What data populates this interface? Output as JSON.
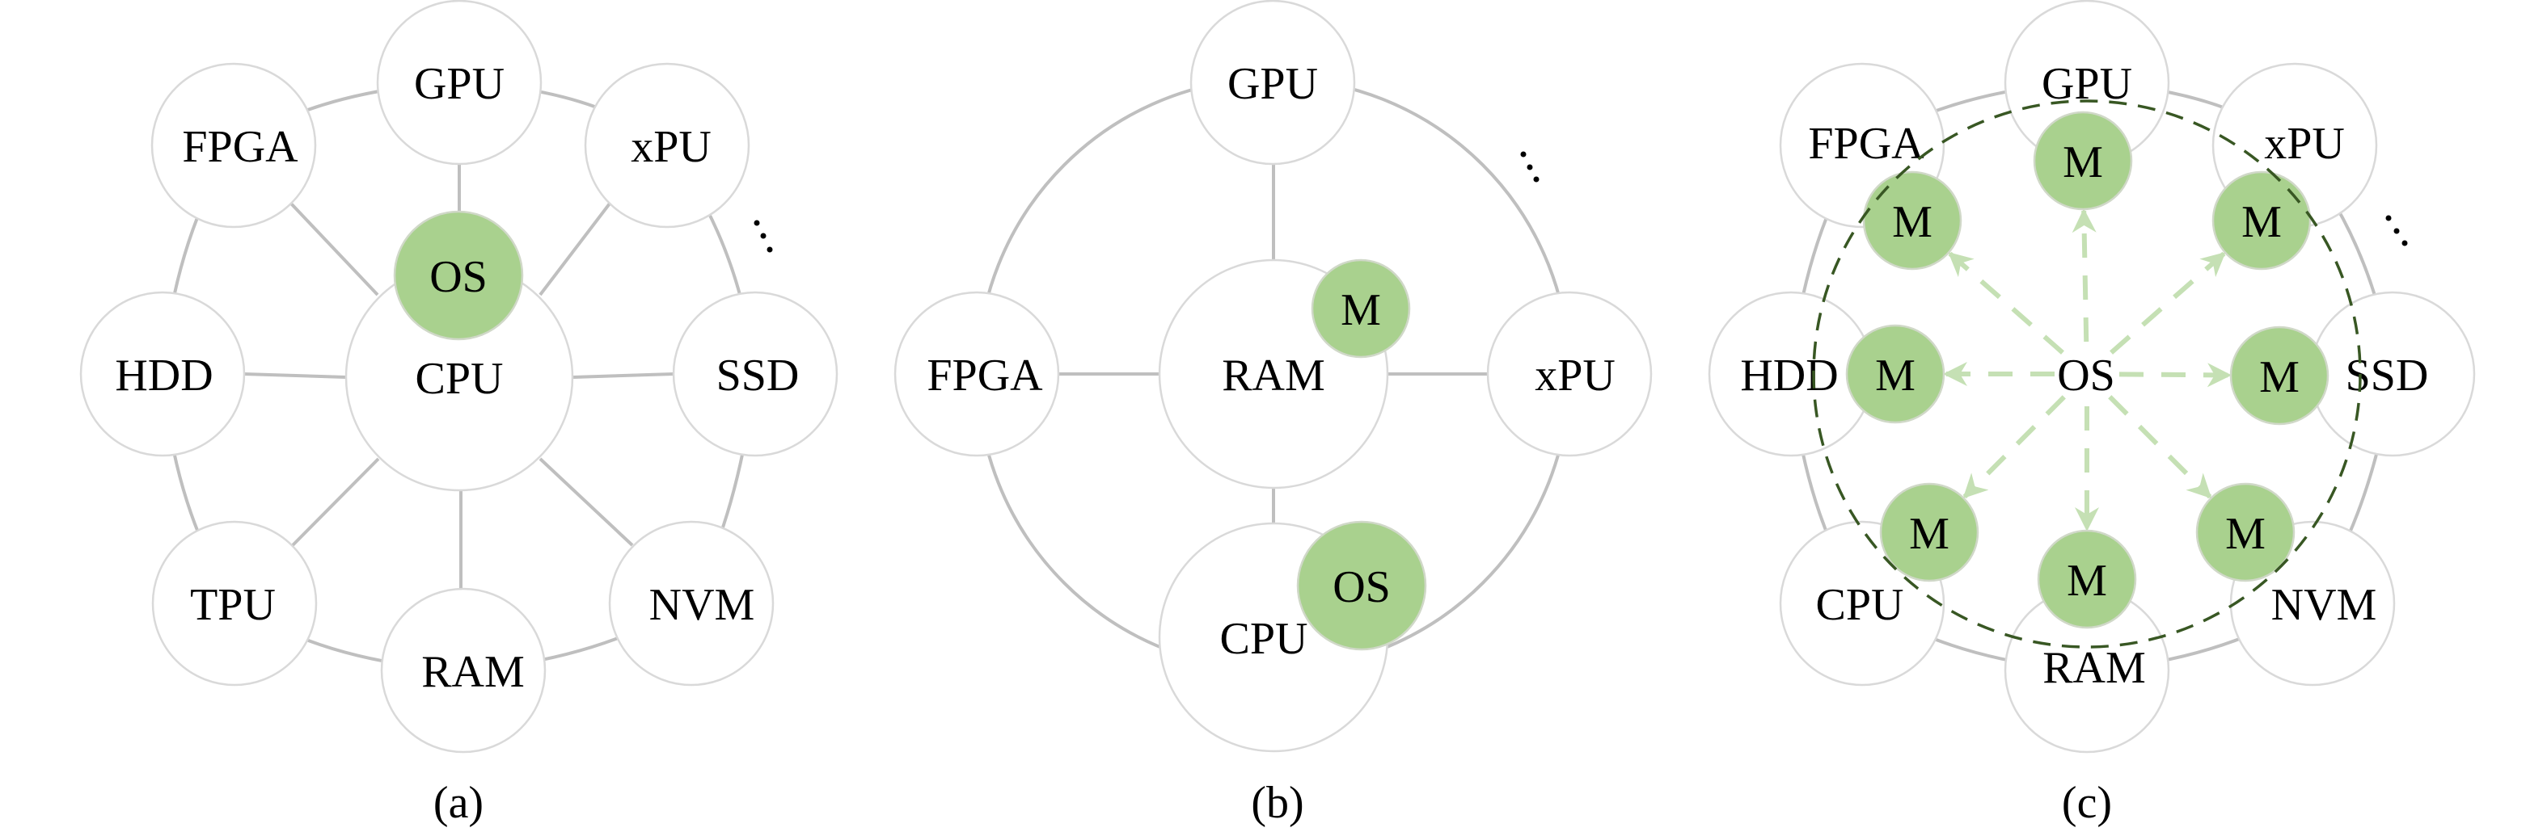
{
  "colors": {
    "module_fill": "#a9d18e",
    "boundary_stroke": "#385723",
    "arrow_stroke": "#c5e0b4",
    "node_stroke": "#d9d9d9",
    "link_stroke": "#bfbfbf"
  },
  "panels": [
    {
      "id": "a",
      "caption": "(a)",
      "center_node": {
        "label": "CPU"
      },
      "attached": [
        {
          "label": "OS",
          "type": "os"
        }
      ],
      "peripherals": [
        {
          "label": "GPU"
        },
        {
          "label": "xPU"
        },
        {
          "label": "SSD"
        },
        {
          "label": "NVM"
        },
        {
          "label": "RAM"
        },
        {
          "label": "TPU"
        },
        {
          "label": "HDD"
        },
        {
          "label": "FPGA"
        }
      ],
      "ellipsis": "⋱"
    },
    {
      "id": "b",
      "caption": "(b)",
      "center_node": {
        "label": "RAM"
      },
      "attached": [
        {
          "label": "M",
          "type": "module"
        }
      ],
      "peripherals": [
        {
          "label": "GPU"
        },
        {
          "label": "xPU"
        },
        {
          "label": "CPU"
        },
        {
          "label": "FPGA"
        }
      ],
      "cpu_attached": {
        "label": "OS",
        "type": "os"
      },
      "ellipsis": "⋱"
    },
    {
      "id": "c",
      "caption": "(c)",
      "center_label": "OS",
      "peripherals": [
        {
          "label": "GPU"
        },
        {
          "label": "xPU"
        },
        {
          "label": "SSD"
        },
        {
          "label": "NVM"
        },
        {
          "label": "RAM"
        },
        {
          "label": "CPU"
        },
        {
          "label": "HDD"
        },
        {
          "label": "FPGA"
        }
      ],
      "module_label": "M",
      "module_count": 8,
      "ellipsis": "⋱"
    }
  ]
}
